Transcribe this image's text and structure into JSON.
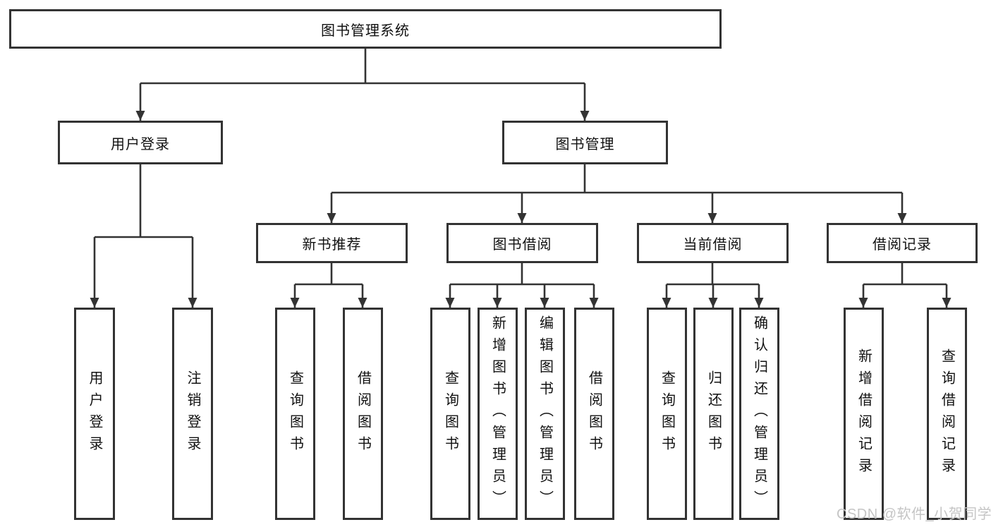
{
  "diagram": {
    "type": "hierarchy-tree",
    "root": "图书管理系统",
    "branches": [
      {
        "label": "用户登录",
        "children": [
          "用户登录",
          "注销登录"
        ]
      },
      {
        "label": "图书管理",
        "groups": [
          {
            "label": "新书推荐",
            "children": [
              "查询图书",
              "借阅图书"
            ]
          },
          {
            "label": "图书借阅",
            "children": [
              "查询图书",
              "新增图书（管理员）",
              "编辑图书（管理员）",
              "借阅图书"
            ]
          },
          {
            "label": "当前借阅",
            "children": [
              "查询图书",
              "归还图书",
              "确认归还（管理员）"
            ]
          },
          {
            "label": "借阅记录",
            "children": [
              "新增借阅记录",
              "查询借阅记录"
            ]
          }
        ]
      }
    ],
    "colors": {
      "line": "#333333",
      "box_border": "#333333",
      "text": "#111111",
      "background": "#ffffff"
    }
  },
  "watermark": {
    "text": "CSDN @软件_小贺同学",
    "color": "#c5c5c5"
  }
}
